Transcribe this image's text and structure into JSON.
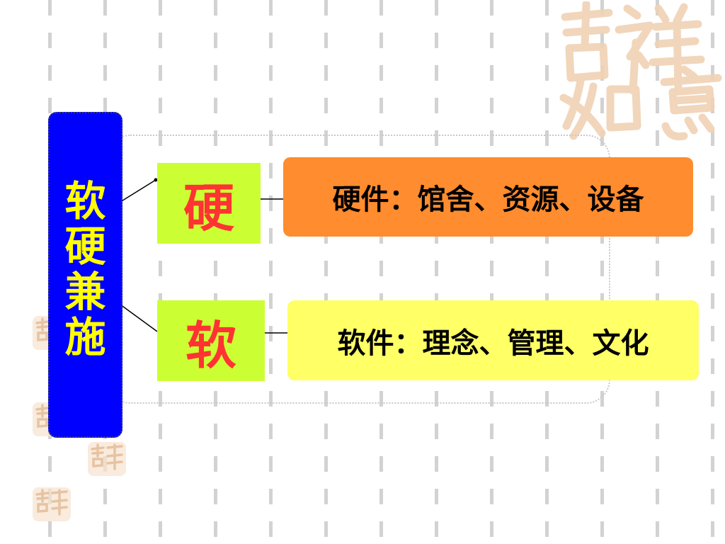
{
  "slide": {
    "background_color": "#ffffff",
    "decoration": {
      "seal_text": "吉祥如意",
      "seal_color": "#e8c9a8"
    }
  },
  "diagram": {
    "root": {
      "label": "软硬兼施",
      "color": "#0000ff",
      "text_color": "#ffff00"
    },
    "branches": [
      {
        "key": "硬",
        "key_color": "#ff3333",
        "key_bg": "#ccff33",
        "detail": "硬件：馆舍、资源、设备",
        "detail_bg": "#ff8c2e"
      },
      {
        "key": "软",
        "key_color": "#ff3333",
        "key_bg": "#ccff33",
        "detail": "软件：理念、管理、文化",
        "detail_bg": "#ffff66"
      }
    ]
  }
}
